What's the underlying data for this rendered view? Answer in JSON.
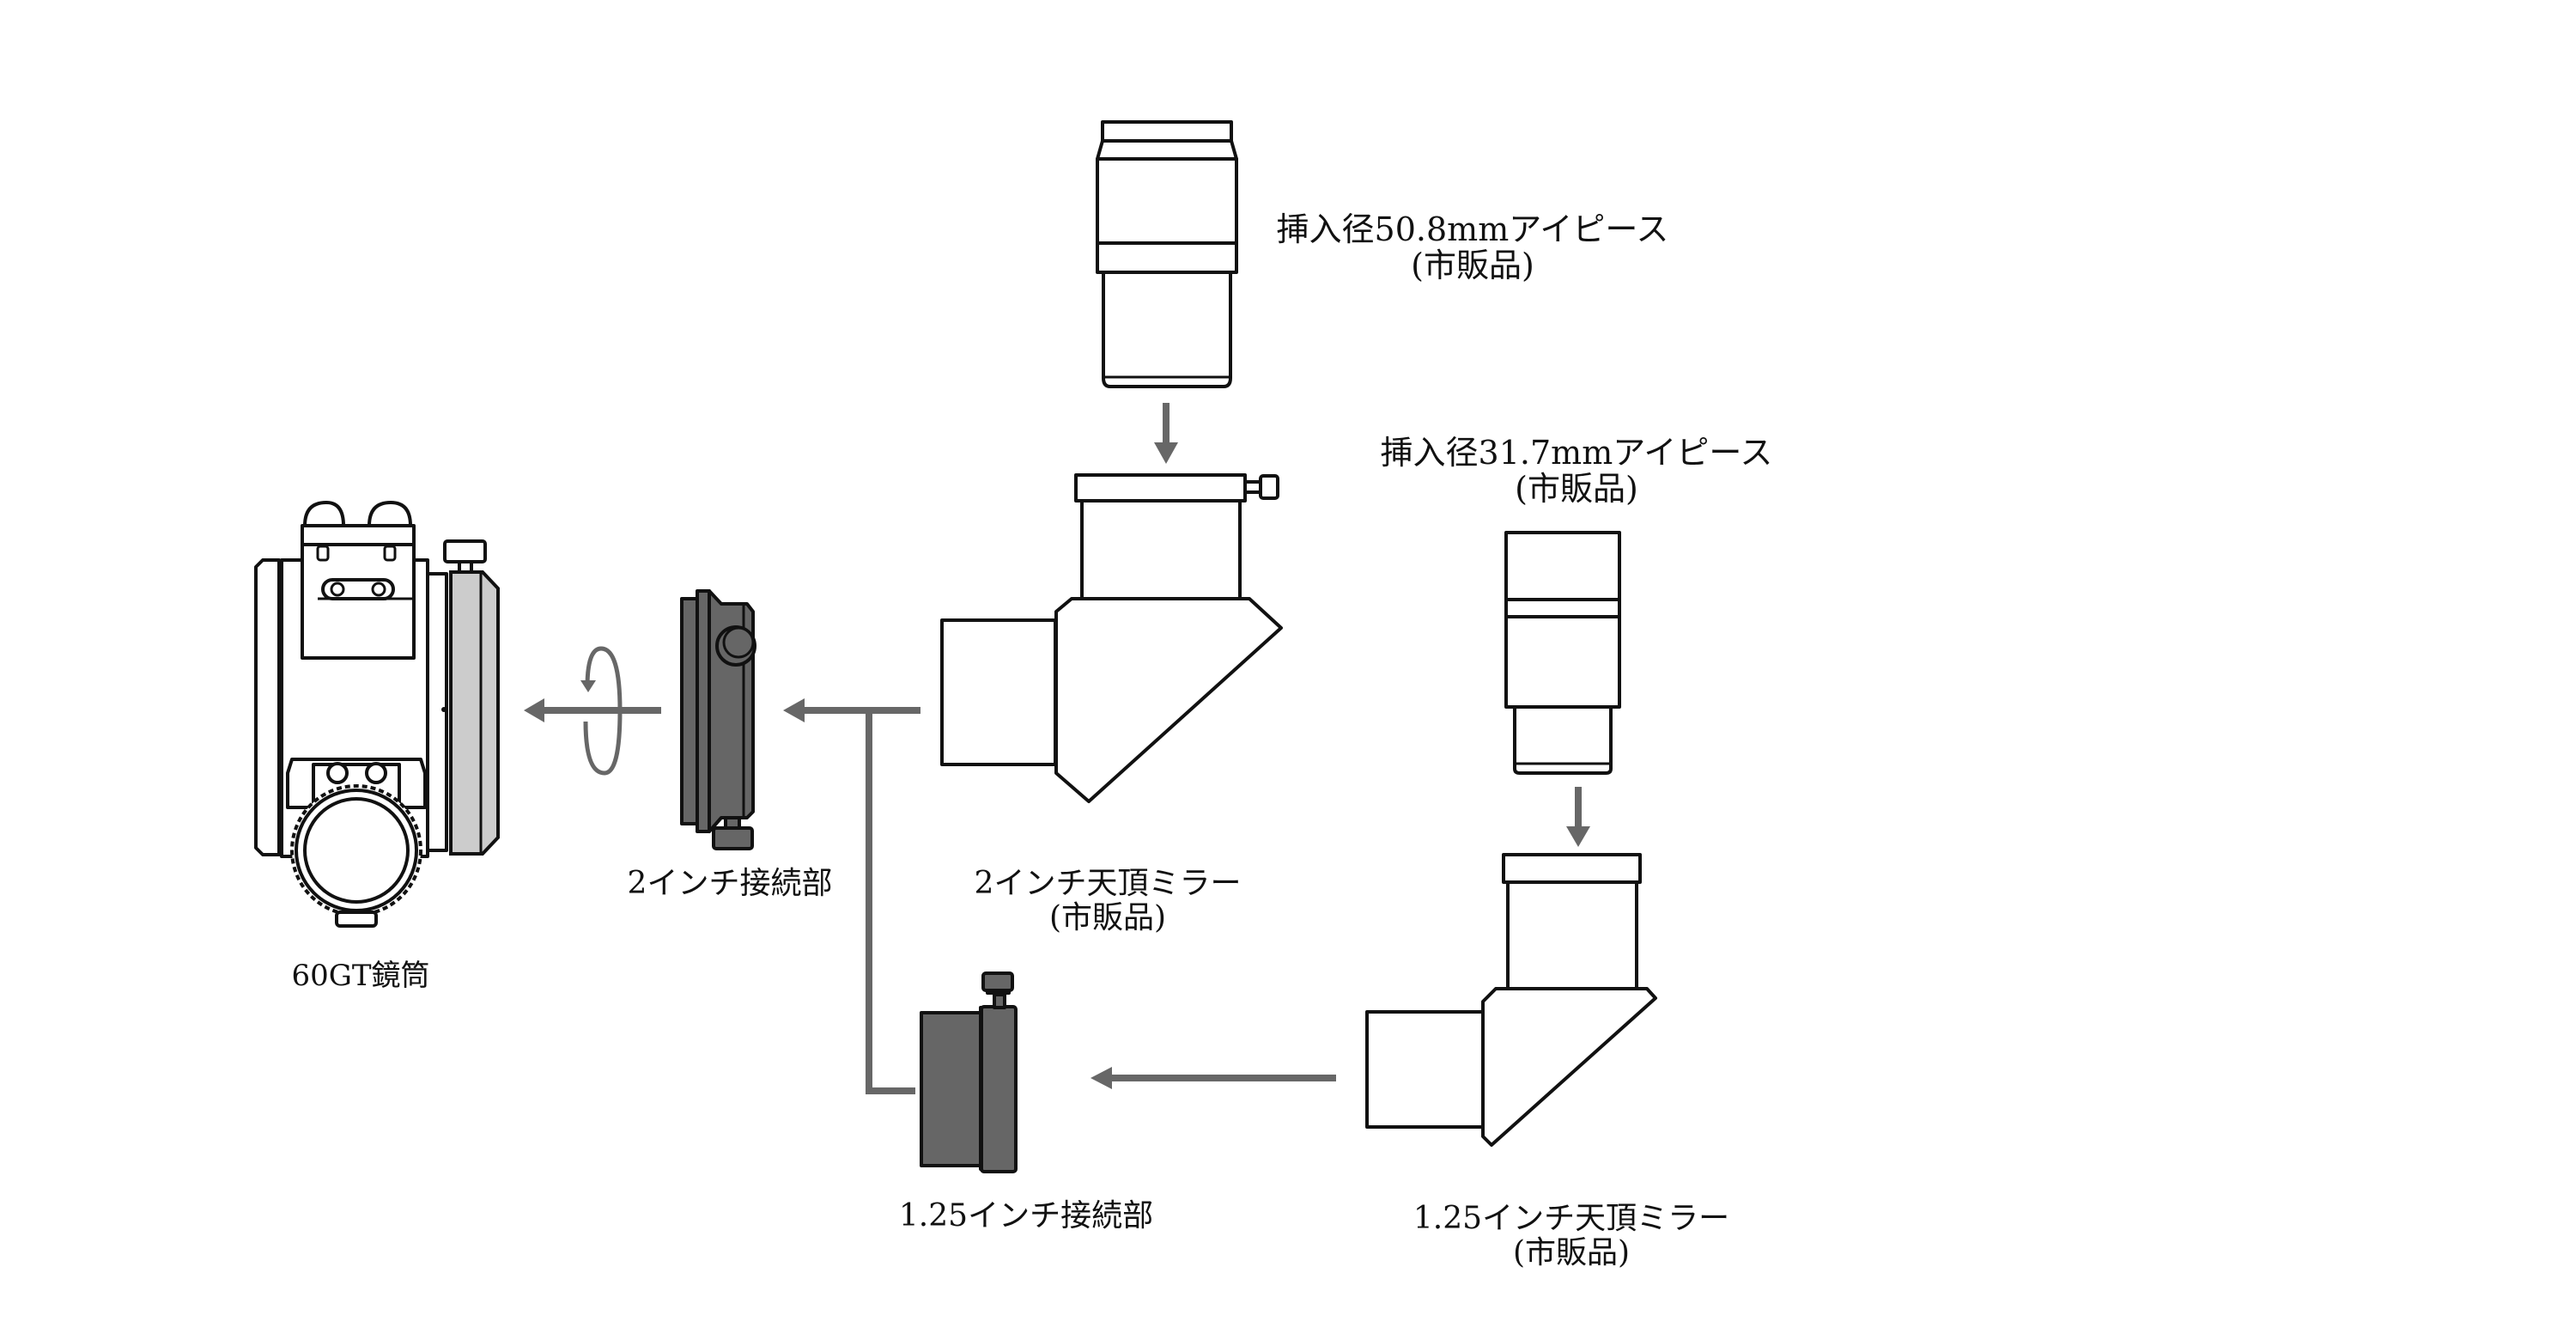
{
  "diagram": {
    "title": "60GT accessory connection diagram",
    "colors": {
      "line": "#111111",
      "arrow": "#676767",
      "adapter_fill": "#666666",
      "focuser_fill": "#cccccc",
      "background": "#ffffff"
    },
    "components": {
      "telescope": {
        "label": "60GT鏡筒"
      },
      "connector_2in": {
        "label": "2インチ接続部"
      },
      "diagonal_2in": {
        "label": "2インチ天頂ミラー",
        "sublabel": "(市販品)"
      },
      "eyepiece_508": {
        "label": "挿入径50.8mmアイピース",
        "sublabel": "(市販品)"
      },
      "eyepiece_317": {
        "label": "挿入径31.7mmアイピース",
        "sublabel": "(市販品)"
      },
      "diagonal_125": {
        "label": "1.25インチ天頂ミラー",
        "sublabel": "(市販品)"
      },
      "connector_125": {
        "label": "1.25インチ接続部"
      }
    },
    "connections": [
      {
        "from": "eyepiece_508",
        "to": "diagonal_2in",
        "icon": "arrow-down-icon"
      },
      {
        "from": "diagonal_2in",
        "to": "connector_2in",
        "icon": "arrow-left-icon"
      },
      {
        "from": "connector_125",
        "to": "connector_2in",
        "icon": "bracket-connector-icon"
      },
      {
        "from": "connector_2in",
        "to": "telescope",
        "icon": "rotate-screw-icon"
      },
      {
        "from": "eyepiece_317",
        "to": "diagonal_125",
        "icon": "arrow-down-icon"
      },
      {
        "from": "diagonal_125",
        "to": "connector_125",
        "icon": "arrow-left-icon"
      }
    ]
  }
}
